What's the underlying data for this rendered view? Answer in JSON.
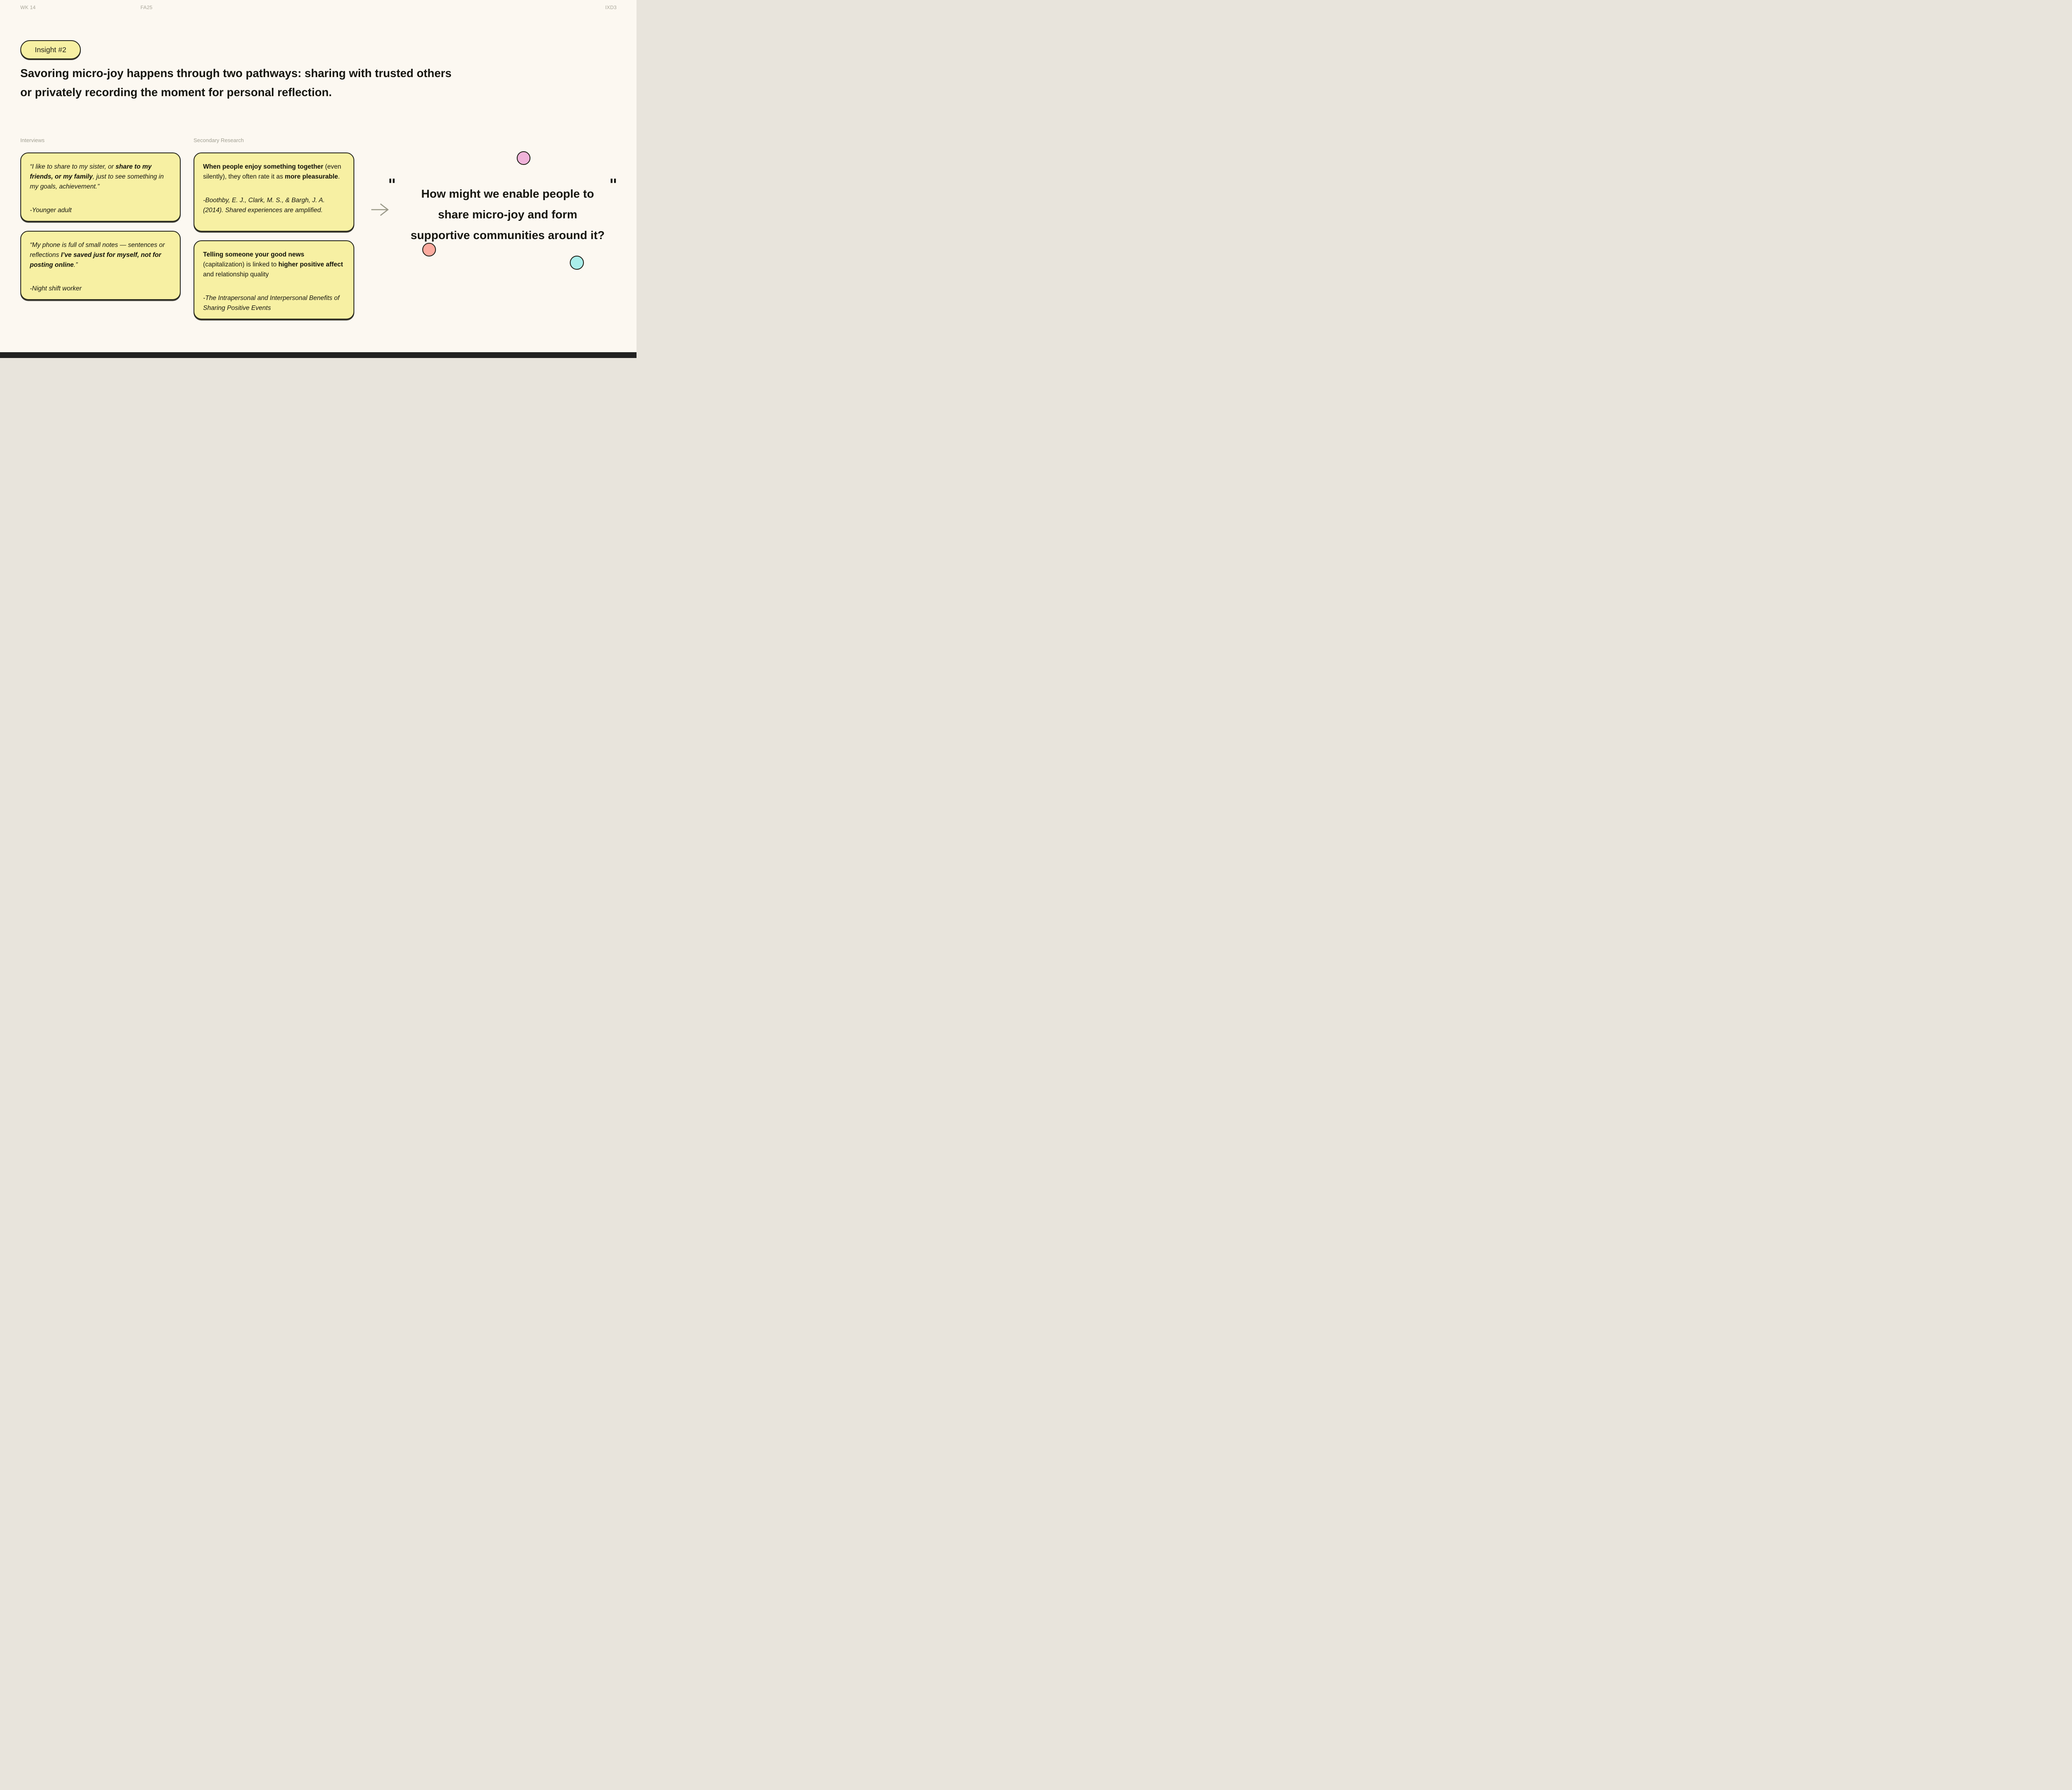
{
  "meta": {
    "week": "WK 14",
    "term": "FA25",
    "course": "IXD3"
  },
  "badge": {
    "label": "Insight #2"
  },
  "heading": {
    "line1": "Savoring micro-joy happens through two pathways: sharing with trusted others",
    "line2": "or privately recording the moment for personal reflection."
  },
  "interviews": {
    "label": "Interviews",
    "cards": [
      {
        "segments": [
          {
            "text": "“I like to share to my sister, or ",
            "bold": false
          },
          {
            "text": "share to my friends, or my family",
            "bold": true
          },
          {
            "text": ", just to see something in my goals, achievement.”",
            "bold": false
          }
        ],
        "attribution": "-Younger adult"
      },
      {
        "segments": [
          {
            "text": "“My phone is full of small notes — sentences or reflections ",
            "bold": false
          },
          {
            "text": "I’ve saved just for myself, not for posting online",
            "bold": true
          },
          {
            "text": ".”",
            "bold": false
          }
        ],
        "attribution": "-Night shift worker"
      }
    ]
  },
  "secondary": {
    "label": "Secondary Research",
    "cards": [
      {
        "segments": [
          {
            "text": "When people enjoy something together",
            "bold": true
          },
          {
            "text": " (even silently), they often rate it as ",
            "bold": false
          },
          {
            "text": "more pleasurable",
            "bold": true
          },
          {
            "text": ".",
            "bold": false
          }
        ],
        "citation": "-Boothby, E. J., Clark, M. S., & Bargh, J. A. (2014). Shared experiences are amplified."
      },
      {
        "segments": [
          {
            "text": "Telling someone your good news",
            "bold": true
          },
          {
            "text": " (capitalization) is linked to ",
            "bold": false
          },
          {
            "text": "higher positive affect",
            "bold": true
          },
          {
            "text": " and relationship quality",
            "bold": false
          }
        ],
        "citation": "-The Intrapersonal and Interpersonal Benefits of Sharing Positive Events"
      }
    ]
  },
  "hmw": {
    "open_quote": "\"",
    "close_quote": "\"",
    "lines": [
      "How might we enable people to",
      "share micro-joy and form",
      "supportive communities around it?"
    ]
  },
  "icons": {
    "arrow": "right-arrow"
  },
  "colors": {
    "background": "#fcf8f1",
    "card_yellow": "#f7f0a3",
    "ink": "#15150f",
    "muted_label": "#a2a093",
    "arrow_gray": "#999888",
    "dot_pink": "#f0b3da",
    "dot_salmon": "#fbab9f",
    "dot_cyan": "#aaeeea",
    "bottom_edge": "#212121"
  }
}
